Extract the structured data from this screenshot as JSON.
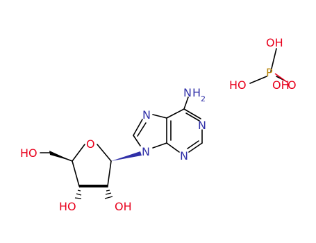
{
  "colors": {
    "bond": "#000000",
    "oxygen": "#e8001c",
    "nitrogen": "#3030a8",
    "phosphorus": "#b8860b",
    "wedge": "#3030a8"
  },
  "labels": {
    "amine_n": "N",
    "amine_h": "H",
    "amine_sub": "2",
    "n7": "N",
    "n1": "N",
    "n3": "N",
    "n9": "N",
    "ring_o": "O",
    "ch2oh": "HO",
    "oh3": "HO",
    "oh2": "OH",
    "p": "P",
    "p_oh_top": "OH",
    "p_oh_left": "HO",
    "p_oh_right": "OH",
    "p_o": "O"
  }
}
